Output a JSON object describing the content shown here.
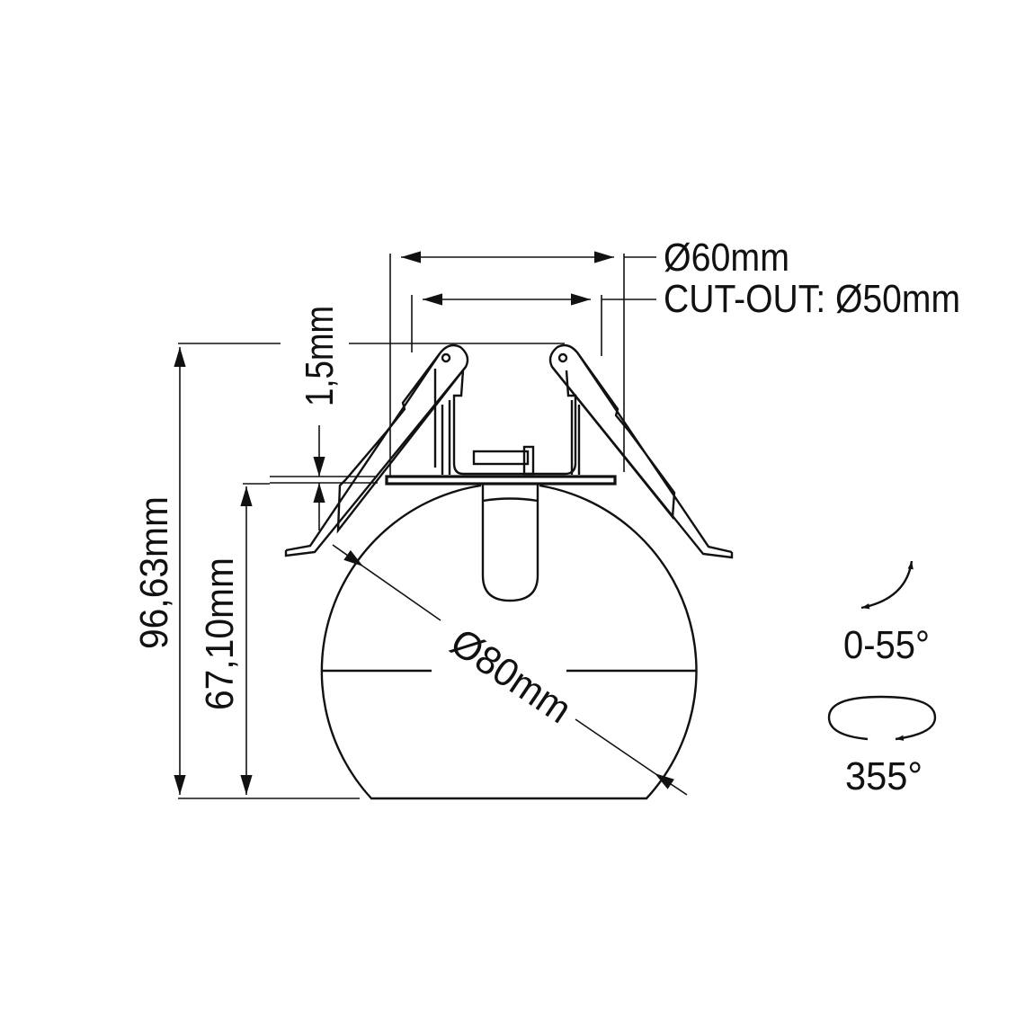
{
  "dimensions": {
    "outer_diameter": "Ø60mm",
    "cutout": "CUT-OUT: Ø50mm",
    "flange_thickness": "1,5mm",
    "total_height": "96,63mm",
    "sphere_height": "67,10mm",
    "sphere_diameter": "Ø80mm"
  },
  "adjustments": {
    "tilt": "0-55°",
    "rotation": "355°"
  },
  "colors": {
    "line": "#111111",
    "background": "#ffffff"
  }
}
